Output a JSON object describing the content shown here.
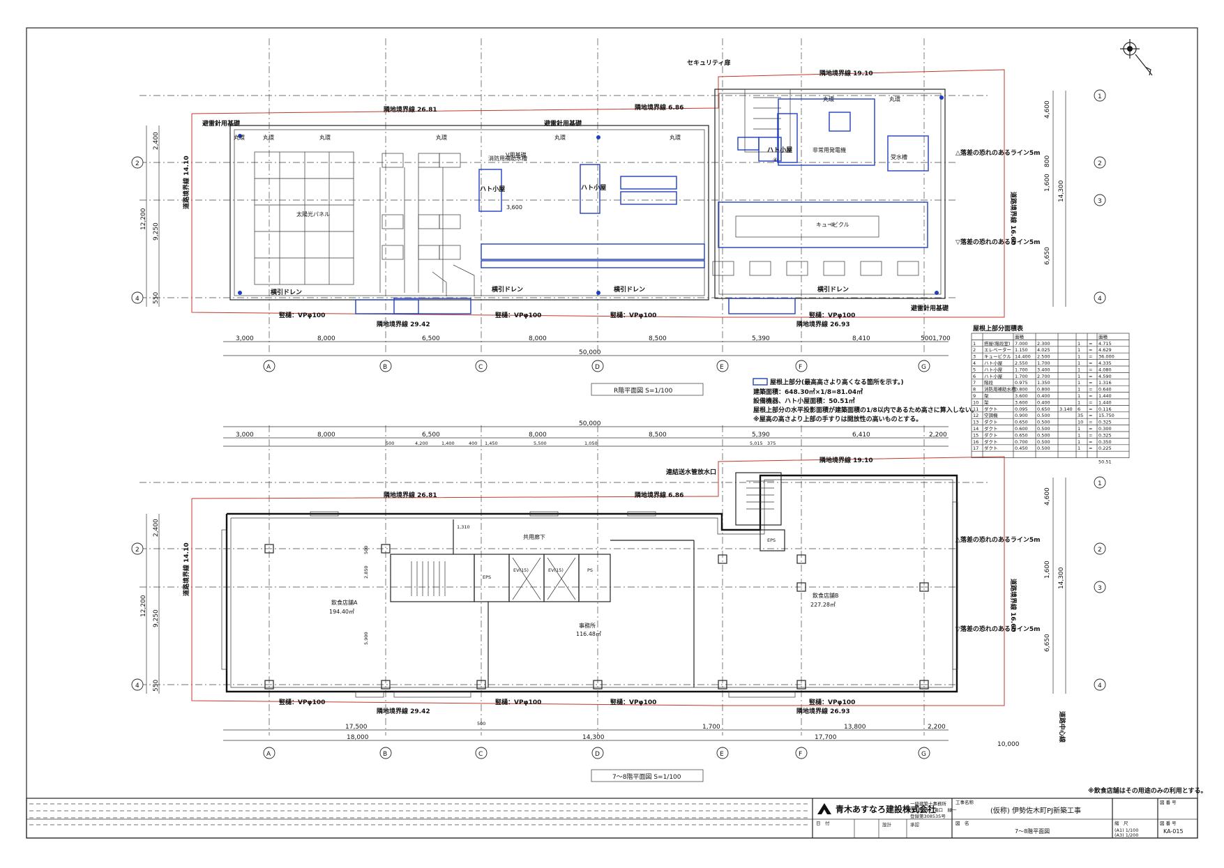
{
  "drawing_title": "R階平面図 S=1/100",
  "drawing_title2": "7～8階平面図 S=1/100",
  "grid_cols": [
    "A",
    "B",
    "C",
    "D",
    "E",
    "F",
    "G"
  ],
  "grid_rows": [
    "1",
    "2",
    "3",
    "4"
  ],
  "r_floor": {
    "site_labels": {
      "top1": "隣地境界線 26.81",
      "top2": "隣地境界線 6.86",
      "top3": "隣地境界線 19.10",
      "left": "道路境界線 14.10",
      "right": "道路境界線 16.60",
      "bot1": "隣地境界線 29.42",
      "bot2": "隣地境界線 26.93"
    },
    "notes": {
      "security_room": "セキュリティ扉",
      "solar": "太陽光パネル",
      "fire_tank": "消防用補助水槽",
      "v_tank": "V用基礎",
      "pigeon1": "ハト小屋",
      "pigeon2": "ハト小屋",
      "pigeon3": "ハト小屋",
      "cubicle": "キュービクル",
      "fuel": "非常用発電機",
      "water": "受水槽",
      "drain1": "横引ドレン",
      "drain2": "横引ドレン",
      "drain3": "横引ドレン",
      "drain4": "横引ドレン",
      "lightning": "避雷針用基礎",
      "marudoi": "丸環",
      "pipe1": "竪樋：VPφ100",
      "pipe2": "竪樋：VPφ100",
      "pipe3": "竪樋：VPφ100",
      "pipe4": "竪樋：VPφ100",
      "line_fall1": "△落差の恐れのあるライン5m",
      "line_fall2": "▽落差の恐れのあるライン5m",
      "misc_size": "3,600",
      "c_no": "④",
      "d_no": "③"
    },
    "dims_bottom": [
      "3,000",
      "8,000",
      "6,500",
      "8,000",
      "8,500",
      "5,390",
      "8,410",
      "500",
      "1,700"
    ],
    "dims_total": "50,000",
    "dims_left": [
      "2,400",
      "9,250",
      "12,200",
      "550"
    ],
    "dims_right": [
      "4,600",
      "1,600",
      "14,300",
      "6,650",
      "800"
    ]
  },
  "legend": {
    "l1": "屋根上部分(最高高さより高くなる箇所を示す。)",
    "l2": "建築面積：648.30㎡×1/8=81.04㎡",
    "l3": "設備機器、ハト小屋面積：50.51㎡",
    "l4": "屋根上部分の水平投影面積が建築面積の1/8以内であるため高さに算入しない。",
    "l5": "※屋高の高さより上部の手すりは開放性の高いものとする。"
  },
  "table": {
    "title": "屋根上部分面積表",
    "headers": [
      "",
      "",
      "面積",
      "",
      "",
      "",
      "",
      "面積"
    ],
    "rows": [
      [
        "1",
        "搭屋(階段室)",
        "7.000",
        "2.300",
        "",
        "1",
        "=",
        "4.715"
      ],
      [
        "2",
        "エレベーター",
        "1.150",
        "4.025",
        "",
        "1",
        "=",
        "4.629"
      ],
      [
        "3",
        "キュービクル",
        "14.400",
        "2.500",
        "",
        "1",
        "=",
        "36.000"
      ],
      [
        "4",
        "ハト小屋",
        "2.550",
        "1.700",
        "",
        "1",
        "=",
        "4.335"
      ],
      [
        "5",
        "ハト小屋",
        "1.700",
        "3.400",
        "",
        "1",
        "=",
        "4.080"
      ],
      [
        "6",
        "ハト小屋",
        "1.700",
        "2.700",
        "",
        "1",
        "=",
        "4.590"
      ],
      [
        "7",
        "階段",
        "0.975",
        "1.350",
        "",
        "1",
        "=",
        "1.316"
      ],
      [
        "8",
        "消防用補助水槽",
        "0.800",
        "0.800",
        "",
        "1",
        "=",
        "0.640"
      ],
      [
        "9",
        "架",
        "3.600",
        "0.400",
        "",
        "1",
        "=",
        "1.440"
      ],
      [
        "10",
        "架",
        "3.600",
        "0.400",
        "",
        "1",
        "=",
        "1.440"
      ],
      [
        "11",
        "ダクト",
        "0.095",
        "0.650",
        "3.140",
        "6",
        "=",
        "0.116"
      ],
      [
        "12",
        "空調機",
        "0.900",
        "0.500",
        "",
        "35",
        "=",
        "15.750"
      ],
      [
        "13",
        "ダクト",
        "0.650",
        "0.500",
        "",
        "10",
        "=",
        "0.325"
      ],
      [
        "14",
        "ダクト",
        "0.600",
        "0.500",
        "",
        "1",
        "=",
        "0.300"
      ],
      [
        "15",
        "ダクト",
        "0.650",
        "0.500",
        "",
        "1",
        "=",
        "0.325"
      ],
      [
        "16",
        "ダクト",
        "0.700",
        "0.500",
        "",
        "1",
        "=",
        "0.350"
      ],
      [
        "17",
        "ダクト",
        "0.450",
        "0.500",
        "",
        "1",
        "=",
        "0.225"
      ]
    ],
    "total": "50.51"
  },
  "floor78": {
    "rooms": {
      "a": "飲食店舗A",
      "a_area": "194.40㎡",
      "b": "飲食店舗B",
      "b_area": "227.28㎡",
      "office": "事務所",
      "office_area": "116.48㎡",
      "corridor": "共用廊下",
      "eps1": "EPS",
      "eps2": "EPS",
      "ps": "PS",
      "ev1": "EV(15)",
      "ev2": "EV(15)",
      "inlet": "連結送水管放水口"
    },
    "site_labels": {
      "top1": "隣地境界線 26.81",
      "top2": "隣地境界線 6.86",
      "top3": "隣地境界線 19.10",
      "left": "道路境界線 14.10",
      "right": "道路境界線 16.60",
      "bot1": "隣地境界線 29.42",
      "bot2": "隣地境界線 26.93",
      "road": "道路中心線"
    },
    "pipe1": "竪樋：VPφ100",
    "pipe2": "竪樋：VPφ100",
    "pipe3": "竪樋：VPφ100",
    "pipe4": "竪樋：VPφ100",
    "line_fall1": "△落差の恐れのあるライン5m",
    "line_fall2": "▽落差の恐れのあるライン5m",
    "dims_top": [
      "3,000",
      "8,000",
      "6,500",
      "8,000",
      "8,500",
      "5,390",
      "6,410",
      "2,200"
    ],
    "dims_top_total": "50,000",
    "dims_sub": [
      "500",
      "4,200",
      "1,400",
      "400",
      "1,450",
      "5,500",
      "1,050",
      "5,015",
      "375"
    ],
    "dims_bot1": [
      "17,500",
      "500",
      "1,700",
      "13,800",
      "2,200"
    ],
    "dims_bot2": [
      "18,000",
      "14,300",
      "17,700"
    ],
    "dims_road": "10,000",
    "dims_misc": [
      "1,310",
      "2,850",
      "5,900",
      "500"
    ]
  },
  "footer_note": "※飲食店舗はその用途のみの利用とする。",
  "title_block": {
    "company": "青木あすなろ建設株式会社",
    "office1": "一級建築士事務所",
    "office2": "管理建築士　滝口　緑一",
    "office3": "登録第308535号",
    "project_label": "工事名称",
    "project": "(仮称) 伊勢佐木町PJ新築工事",
    "drawing_label": "図　名",
    "drawing": "7～8階平面図",
    "scale_label": "縮　尺",
    "scale1": "(A1) 1/100",
    "scale2": "(A3) 1/200",
    "no_label": "図 番 号",
    "no": "KA-015",
    "date_label": "日　付",
    "design_label": "設計",
    "check_label": "承認"
  }
}
